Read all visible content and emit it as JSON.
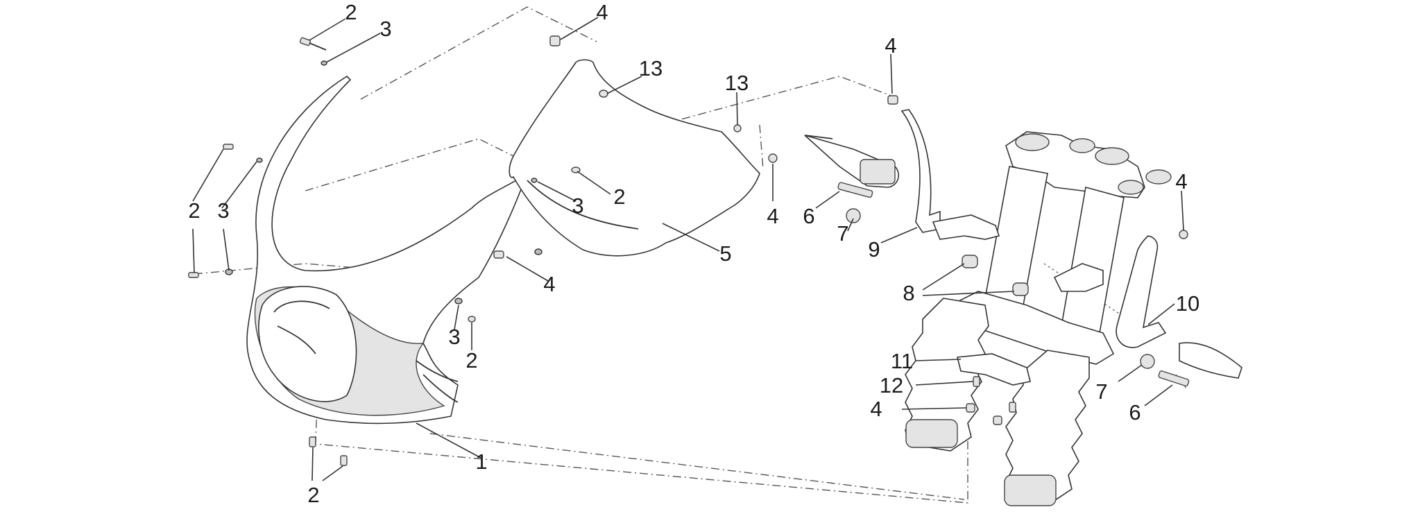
{
  "diagram": {
    "callouts": [
      "2",
      "3",
      "4",
      "13",
      "13",
      "2",
      "3",
      "3",
      "2",
      "4",
      "4",
      "5",
      "3",
      "2",
      "2",
      "1",
      "4",
      "6",
      "7",
      "9",
      "8",
      "4",
      "10",
      "11",
      "12",
      "4",
      "7",
      "6"
    ]
  }
}
